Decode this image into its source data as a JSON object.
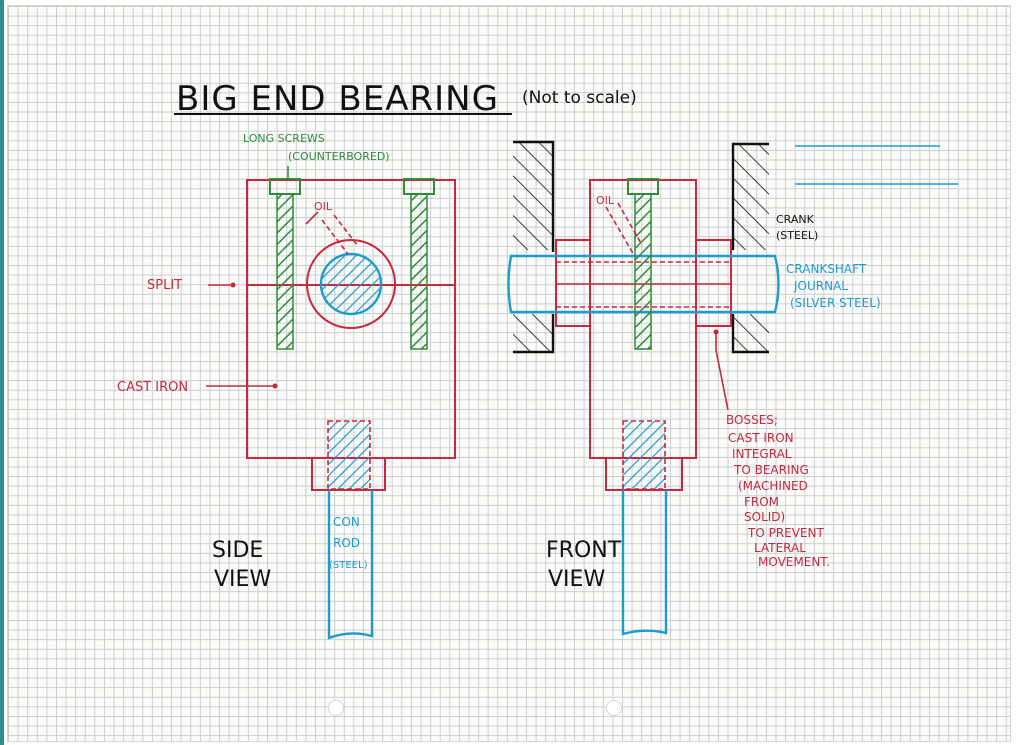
{
  "title": "BIG END BEARING",
  "subtitle": "(Not to scale)",
  "labels": {
    "long_screws_1": "LONG SCREWS",
    "long_screws_2": "(COUNTERBORED)",
    "oil_side": "OIL",
    "oil_front": "OIL",
    "split": "SPLIT",
    "cast_iron": "CAST IRON",
    "con_rod_1": "CON",
    "con_rod_2": "ROD",
    "con_rod_3": "(STEEL)",
    "side_view_1": "SIDE",
    "side_view_2": "VIEW",
    "front_view_1": "FRONT",
    "front_view_2": "VIEW",
    "crank_1": "CRANK",
    "crank_2": "(STEEL)",
    "journal_1": "CRANKSHAFT",
    "journal_2": "JOURNAL",
    "journal_3": "(SILVER STEEL)",
    "bosses_1": "BOSSES;",
    "bosses_2": "CAST IRON",
    "bosses_3": "INTEGRAL",
    "bosses_4": "TO BEARING",
    "bosses_5": "(MACHINED",
    "bosses_6": "FROM",
    "bosses_7": "SOLID)",
    "bosses_8": "TO PREVENT",
    "bosses_9": "LATERAL",
    "bosses_10": "MOVEMENT."
  },
  "colors": {
    "black_ink": "#111111",
    "red_ink": "#c8283f",
    "green_ink": "#2e8b3b",
    "blue_ink": "#1d9bcf",
    "grid": "#c9ccd3"
  }
}
